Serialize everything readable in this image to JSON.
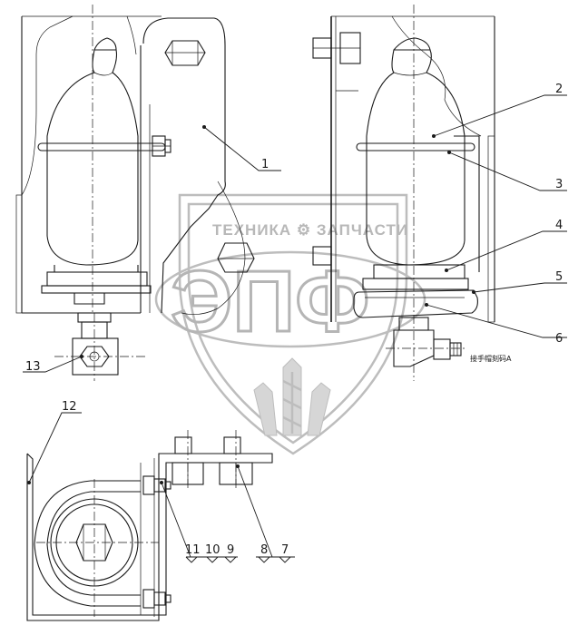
{
  "drawing": {
    "callouts": [
      {
        "id": "c1",
        "label": "1"
      },
      {
        "id": "c2",
        "label": "2"
      },
      {
        "id": "c3",
        "label": "3"
      },
      {
        "id": "c4",
        "label": "4"
      },
      {
        "id": "c5",
        "label": "5"
      },
      {
        "id": "c6",
        "label": "6"
      },
      {
        "id": "c7",
        "label": "7"
      },
      {
        "id": "c8",
        "label": "8"
      },
      {
        "id": "c9",
        "label": "9"
      },
      {
        "id": "c10",
        "label": "10"
      },
      {
        "id": "c11",
        "label": "11"
      },
      {
        "id": "c12",
        "label": "12"
      },
      {
        "id": "c13",
        "label": "13"
      }
    ],
    "fitting_note": "接手帽刻码A"
  },
  "watermark": {
    "brand_line": "ТЕХНИКА ⚙ ЗАПЧАСТИ",
    "brand_short": "ЭПФ",
    "color": "#b8b8b8"
  }
}
